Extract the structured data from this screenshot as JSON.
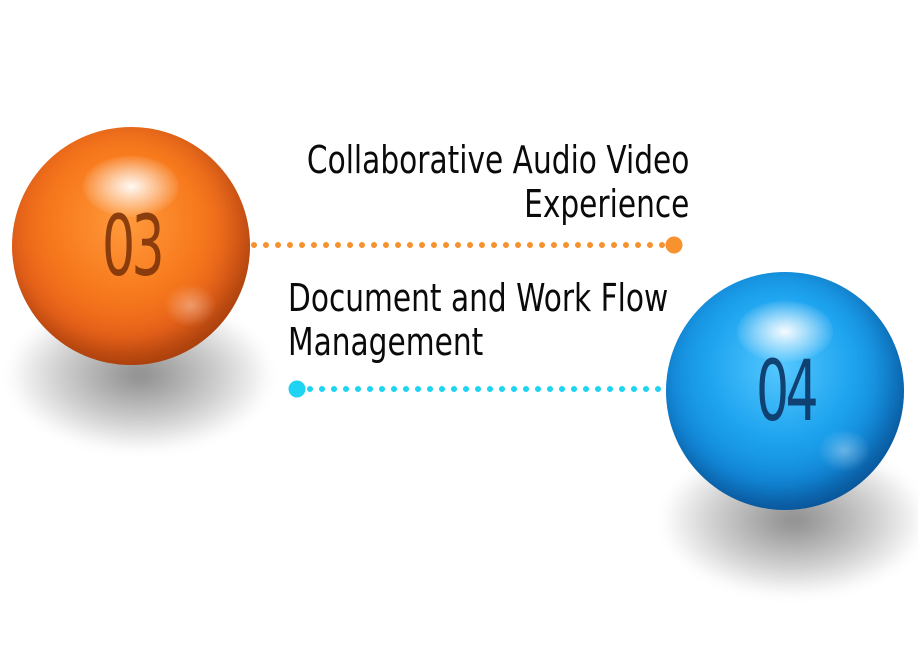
{
  "items": [
    {
      "number": "03",
      "lines": [
        "Collaborative Audio Video",
        "Experience"
      ],
      "color": "#f7922e"
    },
    {
      "number": "04",
      "lines": [
        "Document and Work Flow",
        "Management"
      ],
      "color": "#1fd3f2"
    }
  ]
}
